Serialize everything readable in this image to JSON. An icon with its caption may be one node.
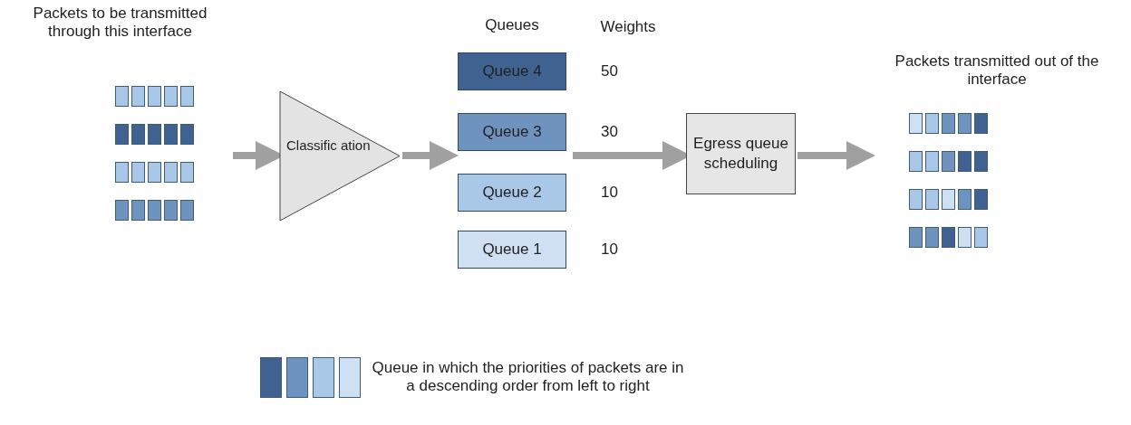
{
  "diagram": {
    "nodes": [
      {
        "text": [
          "Packets to be transmitted through this interface"
        ]
      },
      {
        "text": [
          "Classific ation"
        ]
      },
      {
        "text": [
          "Queues"
        ]
      },
      {
        "text": [
          "Queue 4"
        ],
        "in": 2,
        "beside": [
          "50"
        ]
      },
      {
        "text": [
          "Queue 3"
        ],
        "in": 2,
        "beside": [
          "30"
        ]
      },
      {
        "text": [
          "Queue 2"
        ],
        "in": 2,
        "beside": [
          "10"
        ]
      },
      {
        "text": [
          "Queue 1"
        ],
        "in": 2,
        "beside": [
          "10"
        ]
      },
      {
        "text": [
          "Egress queue scheduling"
        ]
      },
      {
        "text": [
          "Packets transmitted out of the interface"
        ]
      }
    ],
    "edges": [
      {
        "from": 0,
        "to": 1,
        "arrow": "to"
      },
      {
        "from": 1,
        "to": 2,
        "arrow": "to"
      },
      {
        "from": 2,
        "to": 7,
        "arrow": "to"
      },
      {
        "from": 7,
        "to": 8,
        "arrow": "to"
      }
    ],
    "labels": [
      "Weights"
    ],
    "legend": [
      {
        "text": "Queue in which the priorities of packets are in a descending order from left to right"
      }
    ]
  }
}
